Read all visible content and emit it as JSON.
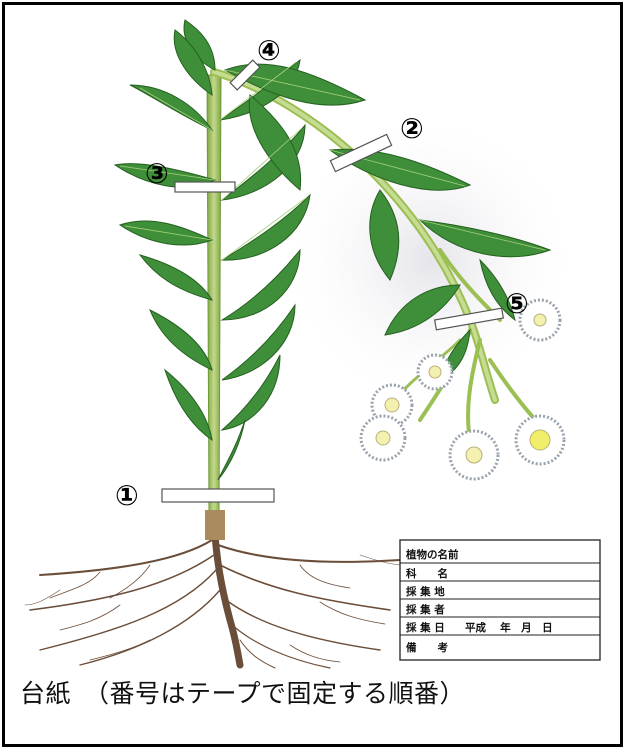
{
  "caption": "台紙　（番号はテープで固定する順番）",
  "tape_markers": [
    "①",
    "②",
    "③",
    "④",
    "⑤"
  ],
  "label_card": {
    "title": "植物の名前",
    "rows": [
      {
        "key": "科　　名",
        "value": ""
      },
      {
        "key": "採 集 地",
        "value": ""
      },
      {
        "key": "採 集 者",
        "value": ""
      },
      {
        "key": "採 集 日",
        "value": "平成　 年　月　日"
      },
      {
        "key": "備　　考",
        "value": ""
      }
    ]
  },
  "colors": {
    "leaf": "#3f8f3a",
    "stem": "#9cbf54",
    "root": "#6b4e3a",
    "tape": "#ffffff",
    "border": "#000000"
  }
}
